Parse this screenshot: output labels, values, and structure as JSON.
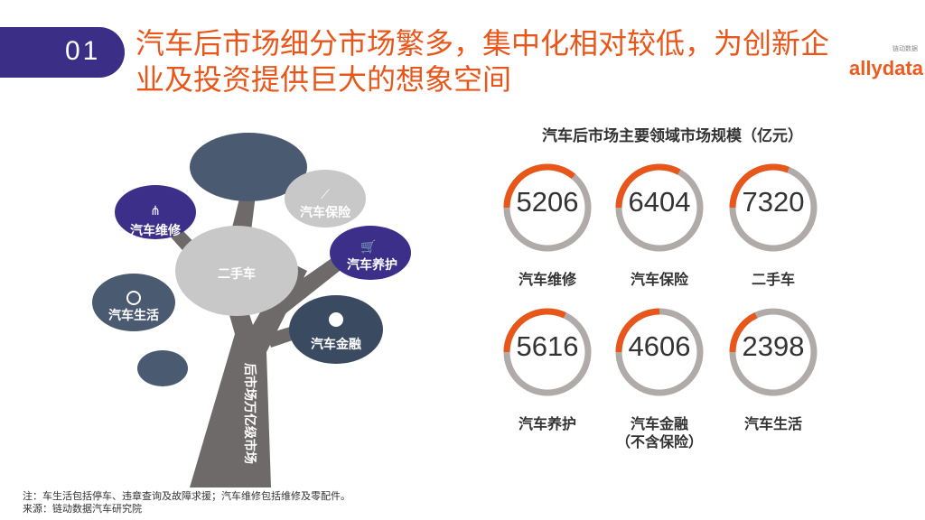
{
  "header": {
    "number": "01",
    "title": "汽车后市场细分市场繁多，集中化相对较低，为创新企业及投资提供巨大的想象空间"
  },
  "logo": {
    "text": "allydata",
    "cn": "链动数据"
  },
  "colors": {
    "accent": "#e8561a",
    "band": "#3a2e86",
    "ring_track": "#b0aaa8",
    "cloud_dark": "#4a5a70",
    "cloud_purple": "#3b2f8a",
    "cloud_light": "#c8c8c8"
  },
  "tree": {
    "trunk_label": "后市场万亿级市场",
    "center": "二手车",
    "clouds": [
      {
        "label": "汽车维修",
        "icon": "hierarchy-icon"
      },
      {
        "label": "汽车保险",
        "icon": "trend-icon"
      },
      {
        "label": "汽车养护",
        "icon": "cart-icon"
      },
      {
        "label": "汽车生活",
        "icon": "lifebuoy-icon"
      },
      {
        "label": "汽车金融",
        "icon": "globe-icon"
      }
    ]
  },
  "chart_data": {
    "type": "donut",
    "title": "汽车后市场主要领域市场规模（亿元）",
    "unit": "亿元",
    "categories": [
      "汽车维修",
      "汽车保险",
      "二手车",
      "汽车养护",
      "汽车金融",
      "汽车生活"
    ],
    "sublabels": [
      "",
      "",
      "",
      "",
      "（不含保险）",
      ""
    ],
    "values": [
      5206,
      6404,
      7320,
      5616,
      4606,
      2398
    ],
    "arc_fraction": [
      0.36,
      0.33,
      0.31,
      0.32,
      0.25,
      0.18
    ]
  },
  "notes": {
    "note": "注：车生活包括停车、违章查询及故障求援；汽车维修包括维修及零配件。",
    "source": "来源：链动数据汽车研究院"
  }
}
